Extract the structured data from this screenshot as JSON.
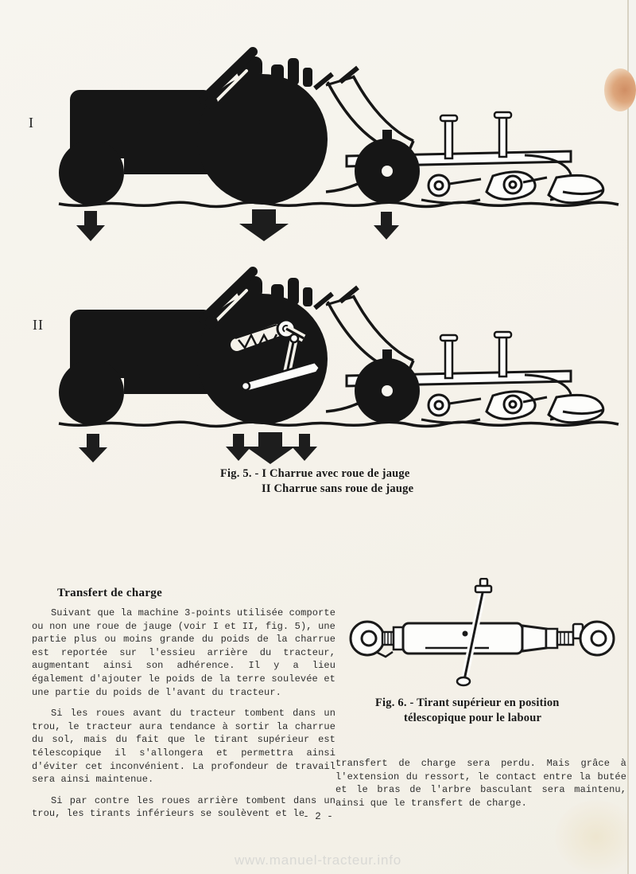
{
  "page": {
    "number_label": "- 2 -",
    "watermark": "www.manuel-tracteur.info",
    "paper_color": "#f5f2ea",
    "ink_color": "#1c1c1c",
    "watermark_color": "#d9d9d5",
    "stain_color": "#d08e64"
  },
  "figure5": {
    "label_I": "I",
    "label_II": "II",
    "caption_line1": "Fig. 5. - I  Charrue avec roue de jauge",
    "caption_line2": "II  Charrue sans roue de jauge",
    "illustration_1_alt": "tracteur avec charrue et roue de jauge, fleches de charge",
    "illustration_2_alt": "tracteur avec charrue sans roue de jauge, fleches de charge"
  },
  "section": {
    "heading": "Transfert de charge",
    "paragraphs": [
      "Suivant que la machine 3-points utilisée comporte ou non une roue de jauge (voir I et II, fig. 5), une partie plus ou moins grande du poids de la charrue est reportée sur l'essieu arrière du tracteur, augmentant ainsi son adhérence. Il y a lieu également d'ajouter le poids de la terre soulevée et une partie du poids de l'avant du tracteur.",
      "Si les roues avant du tracteur tombent dans un trou, le tracteur aura tendance à sortir la charrue du sol, mais du fait que le tirant supérieur est télescopique il s'allongera et permettra ainsi d'éviter cet inconvénient. La profondeur de travail sera ainsi maintenue.",
      "Si par contre les roues arrière tombent dans un trou, les tirants inférieurs se soulèvent et le"
    ],
    "right_column": "transfert de charge sera perdu. Mais grâce à l'extension du ressort, le contact entre la butée et le bras de l'arbre basculant sera maintenu, ainsi que le transfert de charge."
  },
  "figure6": {
    "caption_line1": "Fig. 6. -  Tirant supérieur en position",
    "caption_line2": "télescopique pour le labour",
    "illustration_alt": "tirant supérieur télescopique"
  }
}
